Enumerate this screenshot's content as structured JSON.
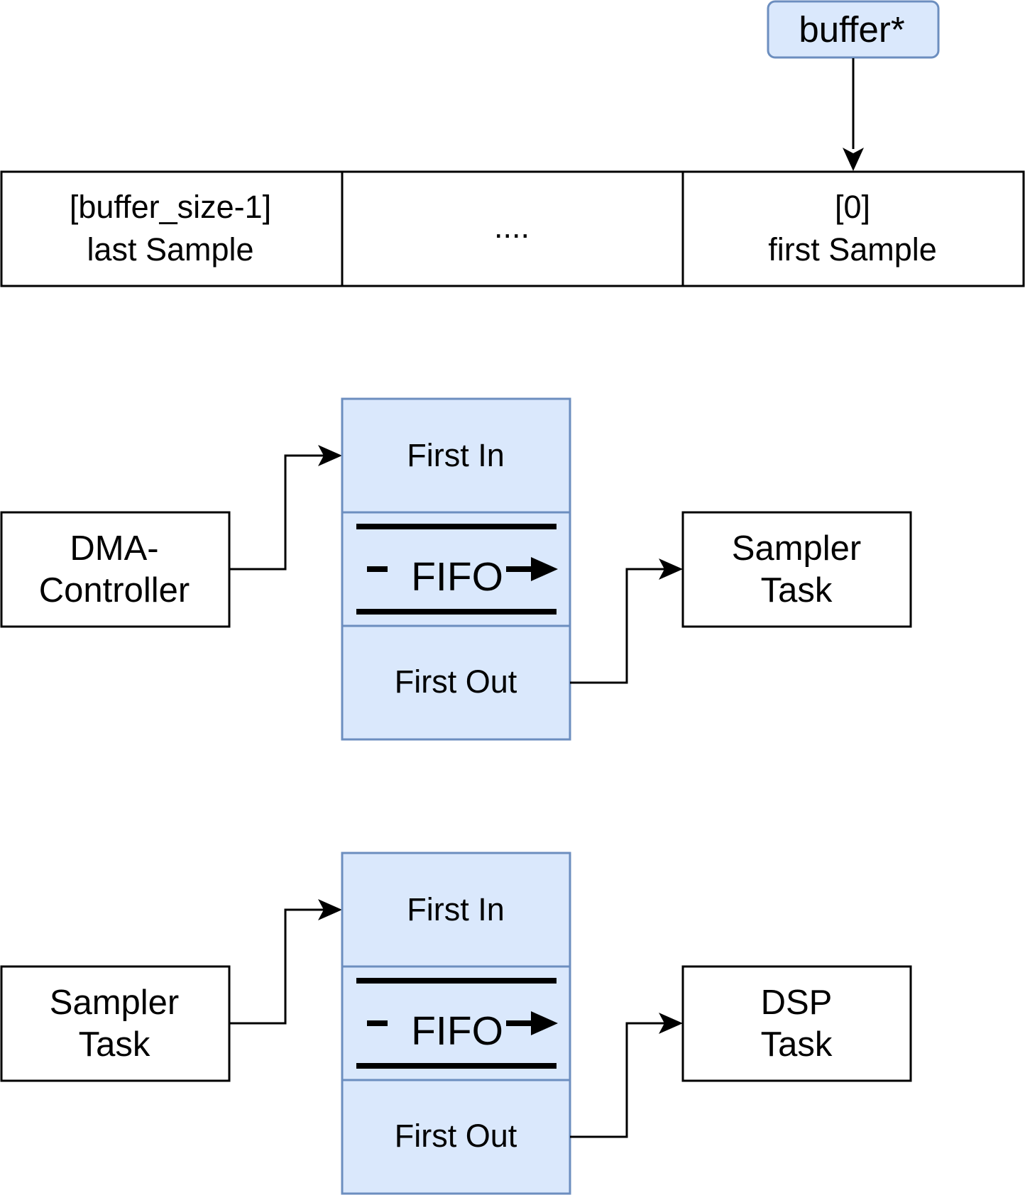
{
  "pointer": {
    "label": "buffer*",
    "fill": "#dae8fc",
    "stroke": "#6c8ebf"
  },
  "buffer_array": {
    "cells": [
      {
        "line1": "[buffer_size-1]",
        "line2": "last Sample"
      },
      {
        "line1": "....",
        "line2": ""
      },
      {
        "line1": "[0]",
        "line2": "first Sample"
      }
    ]
  },
  "pipelines": [
    {
      "producer": {
        "line1": "DMA-",
        "line2": "Controller"
      },
      "fifo": {
        "top_label": "First In",
        "middle_label": "FIFO",
        "bottom_label": "First Out"
      },
      "consumer": {
        "line1": "Sampler",
        "line2": "Task"
      }
    },
    {
      "producer": {
        "line1": "Sampler",
        "line2": "Task"
      },
      "fifo": {
        "top_label": "First In",
        "middle_label": "FIFO",
        "bottom_label": "First Out"
      },
      "consumer": {
        "line1": "DSP",
        "line2": "Task"
      }
    }
  ],
  "colors": {
    "fifo_fill": "#dae8fc",
    "fifo_stroke": "#6c8ebf",
    "line": "#000000"
  }
}
